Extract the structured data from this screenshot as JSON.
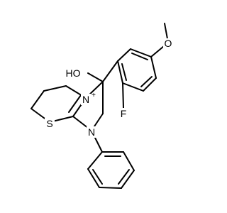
{
  "structure": {
    "labels": {
      "methoxy_o": "O",
      "hydroxyl": "HO",
      "ring_n": "N",
      "ring_n_charge": "+",
      "fluorine": "F",
      "sulfur": "S",
      "amine_n": "N"
    }
  }
}
